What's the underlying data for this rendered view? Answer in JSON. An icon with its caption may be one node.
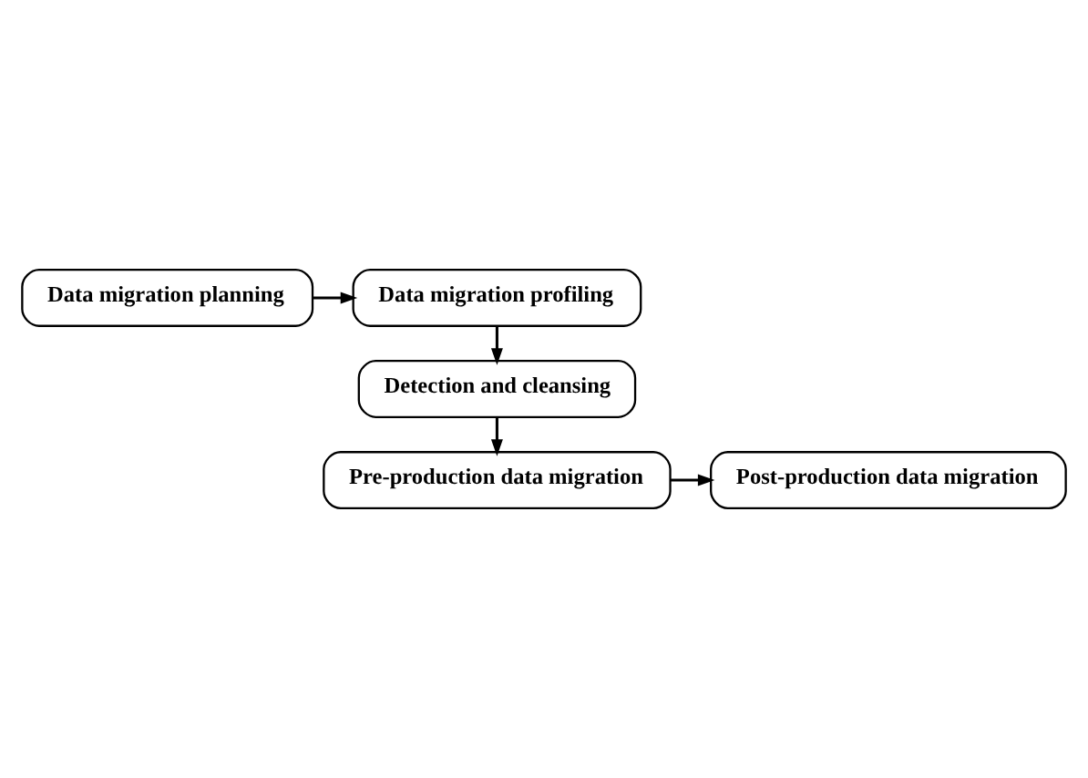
{
  "diagram": {
    "nodes": [
      {
        "text": [
          "Data migration planning"
        ]
      },
      {
        "text": [
          "Data migration profiling"
        ]
      },
      {
        "text": [
          "Detection and cleansing"
        ]
      },
      {
        "text": [
          "Pre-production data migration"
        ]
      },
      {
        "text": [
          "Post-production data migration"
        ]
      }
    ],
    "edges": [
      {
        "from": 0,
        "to": 1,
        "arrow": "to"
      },
      {
        "from": 1,
        "to": 2,
        "arrow": "to"
      },
      {
        "from": 2,
        "to": 3,
        "arrow": "to"
      },
      {
        "from": 3,
        "to": 4,
        "arrow": "to"
      }
    ]
  }
}
